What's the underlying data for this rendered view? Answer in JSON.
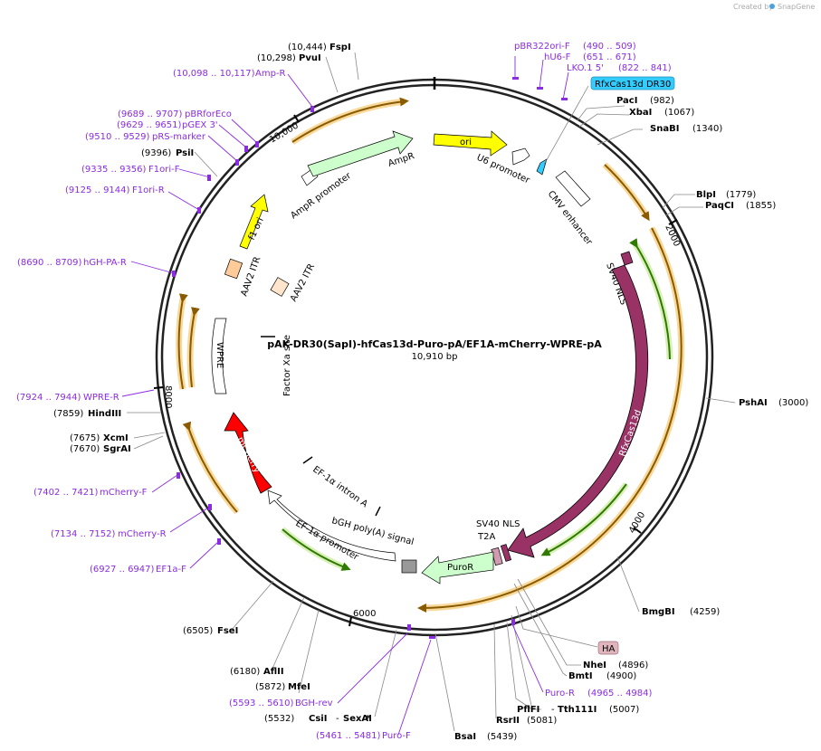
{
  "credit": "Created by",
  "credit_brand": "SnapGene",
  "plasmid": {
    "name": "pAK-DR30(SapI)-hfCas13d-Puro-pA/EF1A-mCherry-WPRE-pA",
    "length": "10,910 bp"
  },
  "ticks": [
    "2000",
    "4000",
    "6000",
    "8000",
    "10,000"
  ],
  "sites": [
    {
      "name": "FspI",
      "pos": "(10,444)"
    },
    {
      "name": "PvuI",
      "pos": "(10,298)"
    },
    {
      "name": "PsiI",
      "pos": "(9396)"
    },
    {
      "name": "PacI",
      "pos": "(982)"
    },
    {
      "name": "XbaI",
      "pos": "(1067)"
    },
    {
      "name": "SnaBI",
      "pos": "(1340)"
    },
    {
      "name": "BlpI",
      "pos": "(1779)"
    },
    {
      "name": "PaqCI",
      "pos": "(1855)"
    },
    {
      "name": "PshAI",
      "pos": "(3000)"
    },
    {
      "name": "BmgBI",
      "pos": "(4259)"
    },
    {
      "name": "NheI",
      "pos": "(4896)"
    },
    {
      "name": "BmtI",
      "pos": "(4900)"
    },
    {
      "name": "PflFI",
      "pos": "(5007)"
    },
    {
      "name": "Tth111I",
      "pos": ""
    },
    {
      "name": "RsrII",
      "pos": "(5081)"
    },
    {
      "name": "BsaI",
      "pos": "(5439)"
    },
    {
      "name": "CsiI",
      "pos": "(5532)"
    },
    {
      "name": "SexAI",
      "pos": "*"
    },
    {
      "name": "MfeI",
      "pos": "(5872)"
    },
    {
      "name": "AflII",
      "pos": "(6180)"
    },
    {
      "name": "FseI",
      "pos": "(6505)"
    },
    {
      "name": "SgrAI",
      "pos": "(7670)"
    },
    {
      "name": "XcmI",
      "pos": "(7675)"
    },
    {
      "name": "HindIII",
      "pos": "(7859)"
    }
  ],
  "primers": [
    {
      "name": "Amp-R",
      "pos": "(10,098 .. 10,117)"
    },
    {
      "name": "pBRforEco",
      "pos": "(9689 .. 9707)"
    },
    {
      "name": "pGEX 3'",
      "pos": "(9629 .. 9651)"
    },
    {
      "name": "pRS-marker",
      "pos": "(9510 .. 9529)"
    },
    {
      "name": "F1ori-F",
      "pos": "(9335 .. 9356)"
    },
    {
      "name": "F1ori-R",
      "pos": "(9125 .. 9144)"
    },
    {
      "name": "hGH-PA-R",
      "pos": "(8690 .. 8709)"
    },
    {
      "name": "WPRE-R",
      "pos": "(7924 .. 7944)"
    },
    {
      "name": "mCherry-F",
      "pos": "(7402 .. 7421)"
    },
    {
      "name": "mCherry-R",
      "pos": "(7134 .. 7152)"
    },
    {
      "name": "EF1a-F",
      "pos": "(6927 .. 6947)"
    },
    {
      "name": "BGH-rev",
      "pos": "(5593 .. 5610)"
    },
    {
      "name": "Puro-F",
      "pos": "(5461 .. 5481)"
    },
    {
      "name": "Puro-R",
      "pos": "(4965 .. 4984)"
    },
    {
      "name": "pBR322ori-F",
      "pos": "(490 .. 509)"
    },
    {
      "name": "hU6-F",
      "pos": "(651 .. 671)"
    },
    {
      "name": "LKO.1 5'",
      "pos": "(822 .. 841)"
    }
  ],
  "features": {
    "ori": "ori",
    "u6": "U6 promoter",
    "cmv": "CMV enhancer",
    "sv40nls": "SV40 NLS",
    "cas13d": "RfxCas13d",
    "sv40nls2": "SV40 NLS",
    "t2a": "T2A",
    "puror": "PuroR",
    "bgh": "bGH poly(A) signal",
    "ef1p": "EF-1α promoter",
    "ef1i": "EF-1α intron A",
    "mcherry": "mCherry",
    "wpre": "WPRE",
    "factorxa": "Factor Xa site",
    "aav2a": "AAV2 ITR",
    "aav2b": "AAV2 ITR",
    "f1ori": "f1 ori",
    "ampr_prom": "AmpR promoter",
    "ampr": "AmpR",
    "dr30": "RfxCas13d DR30",
    "ha": "HA"
  },
  "colors": {
    "ori": "#ffff00",
    "cas13d": "#993366",
    "mcherry": "#ff0000",
    "puror": "#ccffcc",
    "ampr": "#ccffcc",
    "aav2": "#ffcc99",
    "dr30": "#33ccff",
    "primer": "#8b2be2",
    "orf_orange": "#cc7a00",
    "orf_green": "#339900"
  }
}
